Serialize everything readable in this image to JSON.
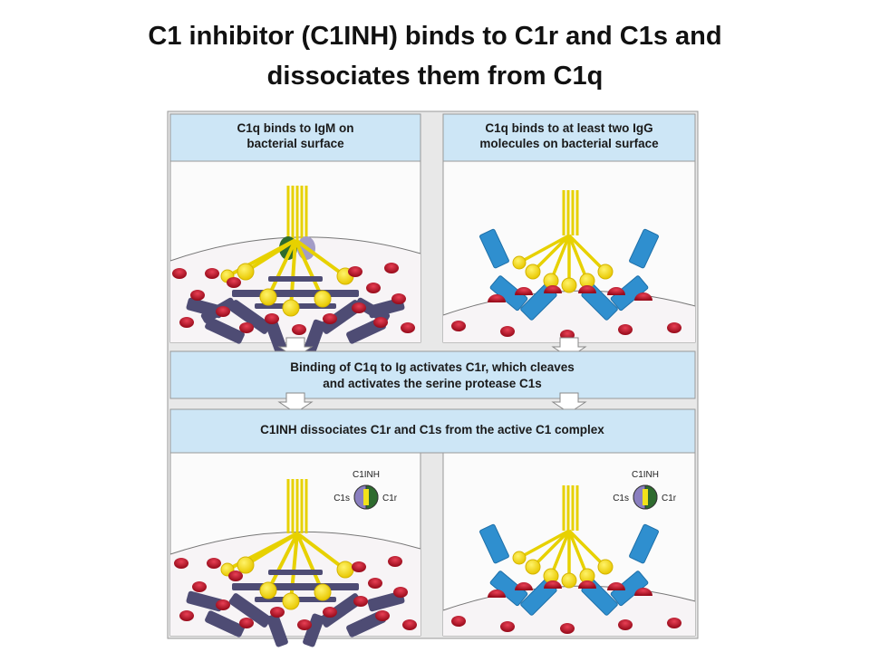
{
  "title": {
    "line1": "C1 inhibitor (C1INH) binds to C1r and C1s and",
    "line2": "dissociates them from C1q"
  },
  "panels": {
    "top_left_caption": [
      "C1q binds to IgM on",
      "bacterial surface"
    ],
    "top_right_caption": [
      "C1q binds to at least two IgG",
      "molecules on bacterial surface"
    ],
    "middle_caption": [
      "Binding of C1q to Ig activates C1r, which cleaves",
      "and activates the serine protease C1s"
    ],
    "bottom_caption": "C1INH dissociates C1r and C1s from the active C1 complex"
  },
  "labels": {
    "c1inh": "C1INH",
    "c1s": "C1s",
    "c1r": "C1r"
  },
  "colors": {
    "caption_bg": "#cde6f6",
    "panel_bg": "#fbfbfb",
    "c1q": "#f2e21a",
    "igm": "#4a4a72",
    "igg": "#2f8fcf",
    "antigen": "#c0152a",
    "c1r_green": "#2e6b2e",
    "c1s_purple": "#8a7fc0",
    "c1inh_red": "#c02020"
  }
}
